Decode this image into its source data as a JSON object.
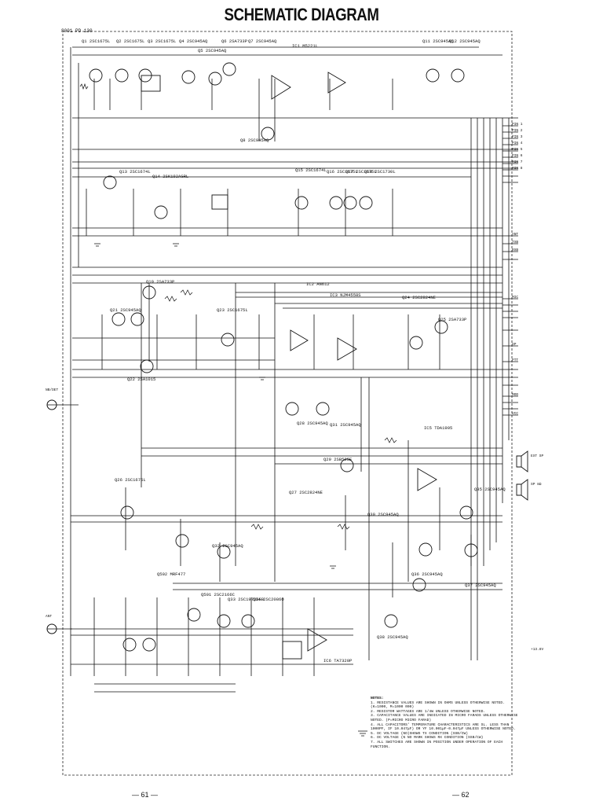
{
  "title": "SCHEMATIC DIAGRAM",
  "board_id": "8001 PD 130",
  "page_left": "— 61 —",
  "page_right": "— 62",
  "ic_labels": [
    {
      "id": "IC1 M5221L"
    },
    {
      "id": "IC2 AN612"
    },
    {
      "id": "IC3 NJM4558S"
    },
    {
      "id": "IC5 TDA1905"
    },
    {
      "id": "IC6 TA7320P"
    }
  ],
  "transistors": [
    {
      "ref": "Q1",
      "part": "2SC1675L"
    },
    {
      "ref": "Q2",
      "part": "2SC1675L"
    },
    {
      "ref": "Q3",
      "part": "2SC1675L"
    },
    {
      "ref": "Q4",
      "part": "2SC945AQ"
    },
    {
      "ref": "Q5",
      "part": "2SC945AQ"
    },
    {
      "ref": "Q6",
      "part": "2SA733P"
    },
    {
      "ref": "Q7",
      "part": "2SC945AQ"
    },
    {
      "ref": "Q8",
      "part": "2SC945AQ"
    },
    {
      "ref": "Q11",
      "part": "2SC945AQ"
    },
    {
      "ref": "Q12",
      "part": "2SC945AQ"
    },
    {
      "ref": "Q13",
      "part": "2SC1674L"
    },
    {
      "ref": "Q14",
      "part": "2SK192AGRL"
    },
    {
      "ref": "Q15",
      "part": "2SC1674L"
    },
    {
      "ref": "Q16",
      "part": "2SC1675L"
    },
    {
      "ref": "Q17",
      "part": "2SC1675L"
    },
    {
      "ref": "Q18",
      "part": "2SC1730L"
    },
    {
      "ref": "Q19",
      "part": "2SA733P"
    },
    {
      "ref": "Q21",
      "part": "2SC945AQ"
    },
    {
      "ref": "Q22",
      "part": "2SA1015"
    },
    {
      "ref": "Q23",
      "part": "2SC1675L"
    },
    {
      "ref": "Q24",
      "part": "2SC2824NE"
    },
    {
      "ref": "Q25",
      "part": "2SA733P"
    },
    {
      "ref": "Q26",
      "part": "2SC1675L"
    },
    {
      "ref": "Q27",
      "part": "2SC2824NE"
    },
    {
      "ref": "Q28",
      "part": "2SC945AQ"
    },
    {
      "ref": "Q29",
      "part": "2SB525E"
    },
    {
      "ref": "Q30",
      "part": "2SC945AQ"
    },
    {
      "ref": "Q31",
      "part": "2SC945AQ"
    },
    {
      "ref": "Q32",
      "part": "2SC945AQ"
    },
    {
      "ref": "Q33",
      "part": "2SC1973SSB"
    },
    {
      "ref": "Q34",
      "part": "2SC2086O"
    },
    {
      "ref": "Q35",
      "part": "2SC945AQ"
    },
    {
      "ref": "Q36",
      "part": "2SC945AQ"
    },
    {
      "ref": "Q37",
      "part": "2SC945AQ"
    },
    {
      "ref": "Q38",
      "part": "2SC945AQ"
    },
    {
      "ref": "Q501",
      "part": "2SC2166C"
    },
    {
      "ref": "Q502",
      "part": "MRF477"
    }
  ],
  "connector_labels": [
    "PIN 1",
    "PIN 2",
    "PIN 3",
    "PIN 4",
    "PIN 5",
    "PIN 6",
    "PIN 7",
    "PIN 8",
    "ANT",
    "TXB",
    "RXB",
    "MIC",
    "SP",
    "PTT",
    "MOD",
    "VCC"
  ],
  "left_labels": [
    "NB/DET",
    "ANT"
  ],
  "right_labels": [
    "EXT SP",
    "SP 8Ω",
    "+13.8V"
  ],
  "notes_title": "NOTES:",
  "notes": [
    "1. RESISTANCE VALUES ARE SHOWN IN OHMS UNLESS OTHERWISE NOTED. (K=1000, M=1000 000)",
    "2. RESISTOR WATTAGES ARE 1/4W UNLESS OTHERWISE NOTED.",
    "3. CAPACITANCE VALUES ARE INDICATED IN MICRO FARADS UNLESS OTHERWISE NOTED. (P=MICRO MICRO FARAD)",
    "4. ALL CAPACITORS' TEMPERATURE CHARACTERISTICS ARE SL. LESS THAN 1000PF, IF 10.047μF) OR YF 10.001μF-0.047μF UNLESS OTHERWISE NOTED.",
    "5. DC VOLTAGE (NO)SHOWS TX CONDITION (SSB/CW)",
    "6. DC VOLTAGE (N NO MARK SHOWS RX CONDITION (SSB/CW)",
    "7. ALL SWITCHES ARE SHOWN IN POSITION UNDER OPERATION OF EACH FUNCTION."
  ]
}
